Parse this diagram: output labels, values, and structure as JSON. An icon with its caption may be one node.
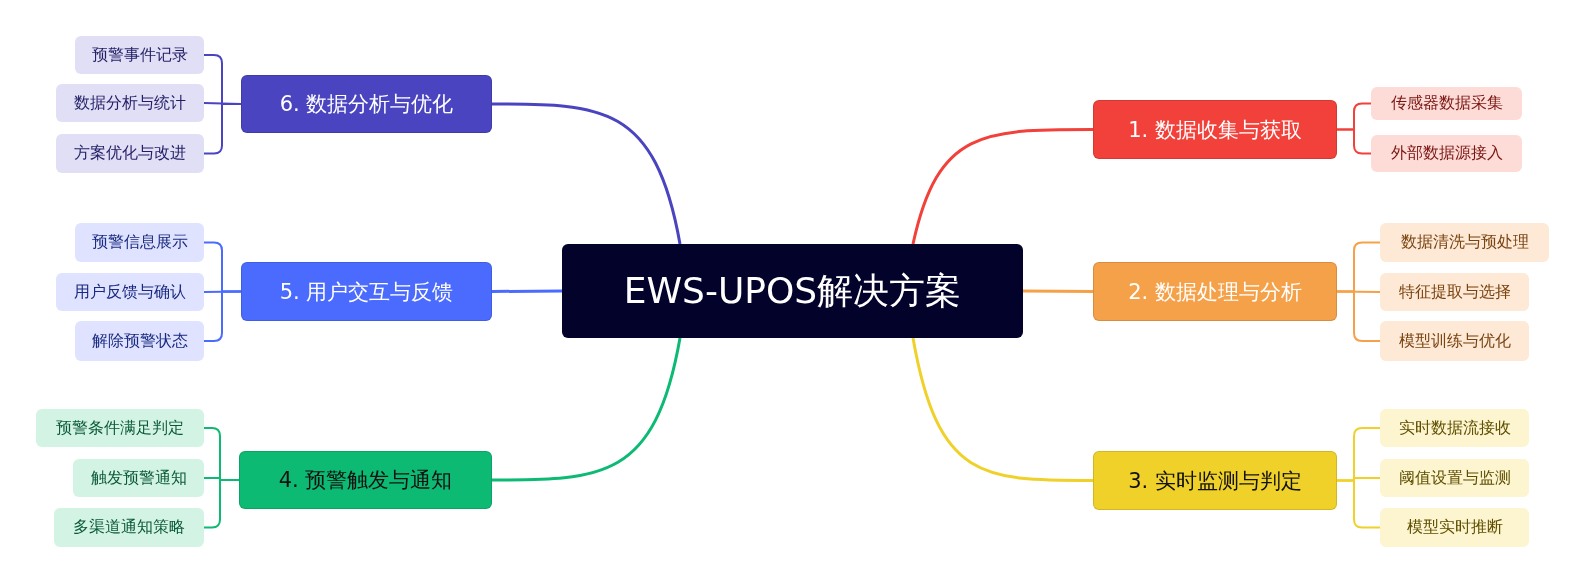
{
  "diagram": {
    "nodes": [
      {
        "text": [
          "EWS-UPOS解决方案"
        ]
      },
      {
        "text": [
          "1. 数据收集与获取"
        ]
      },
      {
        "text": [
          "传感器数据采集"
        ]
      },
      {
        "text": [
          "外部数据源接入"
        ]
      },
      {
        "text": [
          "2. 数据处理与分析"
        ]
      },
      {
        "text": [
          "数据清洗与预处理"
        ]
      },
      {
        "text": [
          "特征提取与选择"
        ]
      },
      {
        "text": [
          "模型训练与优化"
        ]
      },
      {
        "text": [
          "3. 实时监测与判定"
        ]
      },
      {
        "text": [
          "实时数据流接收"
        ]
      },
      {
        "text": [
          "阈值设置与监测"
        ]
      },
      {
        "text": [
          "模型实时推断"
        ]
      },
      {
        "text": [
          "4. 预警触发与通知"
        ]
      },
      {
        "text": [
          "预警条件满足判定"
        ]
      },
      {
        "text": [
          "触发预警通知"
        ]
      },
      {
        "text": [
          "多渠道通知策略"
        ]
      },
      {
        "text": [
          "5. 用户交互与反馈"
        ]
      },
      {
        "text": [
          "预警信息展示"
        ]
      },
      {
        "text": [
          "用户反馈与确认"
        ]
      },
      {
        "text": [
          "解除预警状态"
        ]
      },
      {
        "text": [
          "6. 数据分析与优化"
        ]
      },
      {
        "text": [
          "预警事件记录"
        ]
      },
      {
        "text": [
          "数据分析与统计"
        ]
      },
      {
        "text": [
          "方案优化与改进"
        ]
      }
    ],
    "edges": [
      {
        "from": 0,
        "to": 1,
        "arrow": "none",
        "color": "#f2403a"
      },
      {
        "from": 1,
        "to": 2,
        "arrow": "none",
        "color": "#f2403a"
      },
      {
        "from": 1,
        "to": 3,
        "arrow": "none",
        "color": "#f2403a"
      },
      {
        "from": 0,
        "to": 4,
        "arrow": "none",
        "color": "#f5a14a"
      },
      {
        "from": 4,
        "to": 5,
        "arrow": "none",
        "color": "#f5a14a"
      },
      {
        "from": 4,
        "to": 6,
        "arrow": "none",
        "color": "#f5a14a"
      },
      {
        "from": 4,
        "to": 7,
        "arrow": "none",
        "color": "#f5a14a"
      },
      {
        "from": 0,
        "to": 8,
        "arrow": "none",
        "color": "#f0d12a"
      },
      {
        "from": 8,
        "to": 9,
        "arrow": "none",
        "color": "#f0d12a"
      },
      {
        "from": 8,
        "to": 10,
        "arrow": "none",
        "color": "#f0d12a"
      },
      {
        "from": 8,
        "to": 11,
        "arrow": "none",
        "color": "#f0d12a"
      },
      {
        "from": 0,
        "to": 12,
        "arrow": "none",
        "color": "#0dba73"
      },
      {
        "from": 12,
        "to": 13,
        "arrow": "none",
        "color": "#0dba73"
      },
      {
        "from": 12,
        "to": 14,
        "arrow": "none",
        "color": "#0dba73"
      },
      {
        "from": 12,
        "to": 15,
        "arrow": "none",
        "color": "#0dba73"
      },
      {
        "from": 0,
        "to": 16,
        "arrow": "none",
        "color": "#4b6bff"
      },
      {
        "from": 16,
        "to": 17,
        "arrow": "none",
        "color": "#4b6bff"
      },
      {
        "from": 16,
        "to": 18,
        "arrow": "none",
        "color": "#4b6bff"
      },
      {
        "from": 16,
        "to": 19,
        "arrow": "none",
        "color": "#4b6bff"
      },
      {
        "from": 0,
        "to": 20,
        "arrow": "none",
        "color": "#4a44c0"
      },
      {
        "from": 20,
        "to": 21,
        "arrow": "none",
        "color": "#4a44c0"
      },
      {
        "from": 20,
        "to": 22,
        "arrow": "none",
        "color": "#4a44c0"
      },
      {
        "from": 20,
        "to": 23,
        "arrow": "none",
        "color": "#4a44c0"
      }
    ]
  }
}
